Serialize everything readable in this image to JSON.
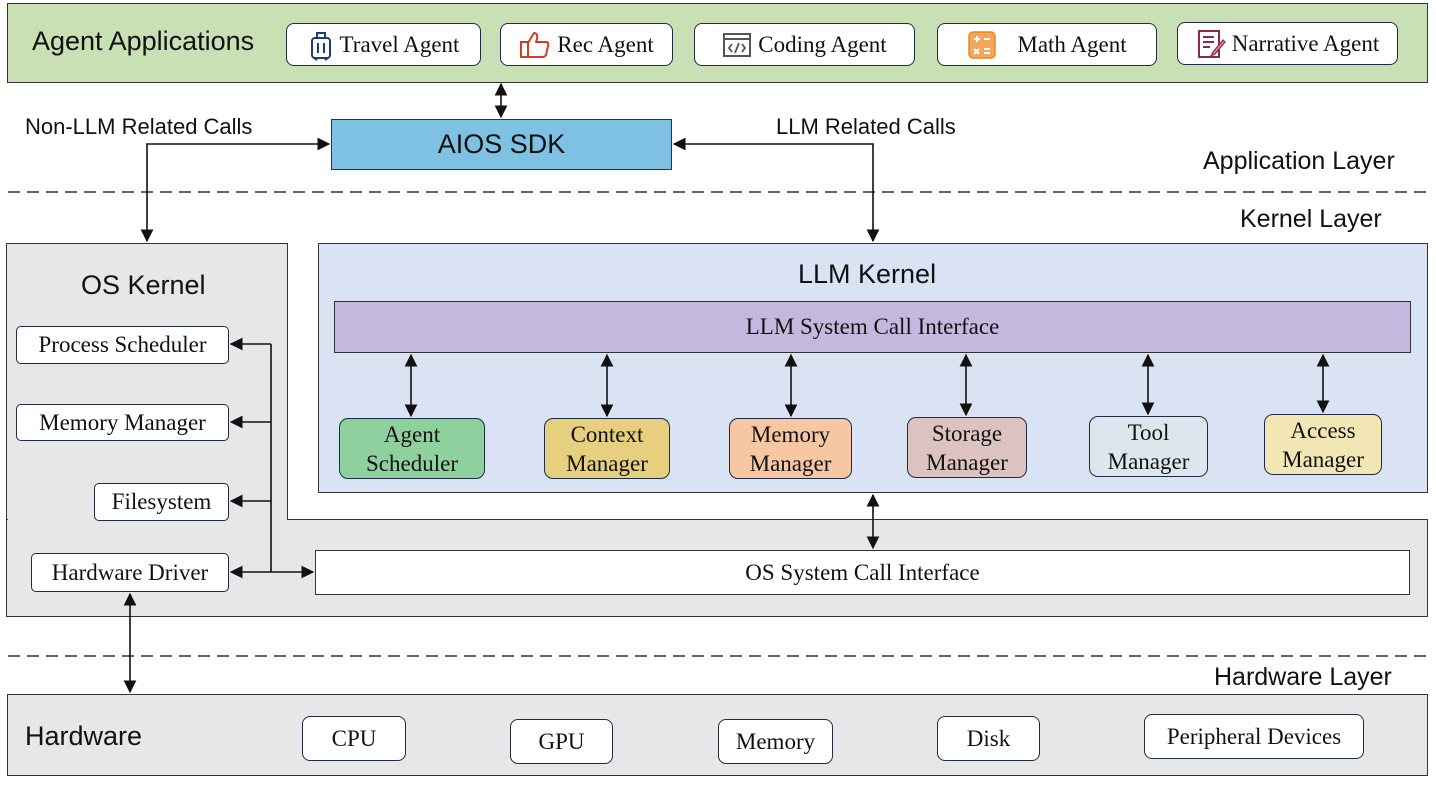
{
  "application_layer": {
    "title": "Agent Applications",
    "agents": [
      {
        "label": "Travel Agent",
        "icon": "luggage-icon",
        "color": "#1f3b73"
      },
      {
        "label": "Rec Agent",
        "icon": "thumbs-up-icon",
        "color": "#d33a2c"
      },
      {
        "label": "Coding Agent",
        "icon": "code-window-icon",
        "color": "#555555"
      },
      {
        "label": "Math Agent",
        "icon": "calculator-icon",
        "color": "#e8892c"
      },
      {
        "label": "Narrative Agent",
        "icon": "document-pen-icon",
        "color": "#8b2a4a"
      }
    ],
    "sdk_label": "AIOS SDK",
    "non_llm_calls": "Non-LLM Related Calls",
    "llm_calls": "LLM Related Calls",
    "layer_label": "Application Layer"
  },
  "kernel_layer": {
    "layer_label": "Kernel Layer",
    "os_kernel": {
      "title": "OS Kernel",
      "components": [
        "Process Scheduler",
        "Memory Manager",
        "Filesystem",
        "Hardware Driver"
      ],
      "syscall_interface": "OS System Call Interface"
    },
    "llm_kernel": {
      "title": "LLM Kernel",
      "syscall_interface": "LLM System Call Interface",
      "modules": [
        {
          "line1": "Agent",
          "line2": "Scheduler",
          "color": "#8fd19e"
        },
        {
          "line1": "Context",
          "line2": "Manager",
          "color": "#e6cf7e"
        },
        {
          "line1": "Memory",
          "line2": "Manager",
          "color": "#f7c6a3"
        },
        {
          "line1": "Storage",
          "line2": "Manager",
          "color": "#dcc3c0"
        },
        {
          "line1": "Tool",
          "line2": "Manager",
          "color": "#dbe7ec"
        },
        {
          "line1": "Access",
          "line2": "Manager",
          "color": "#f2e6b5"
        }
      ]
    }
  },
  "hardware_layer": {
    "layer_label": "Hardware Layer",
    "title": "Hardware",
    "devices": [
      "CPU",
      "GPU",
      "Memory",
      "Disk",
      "Peripheral Devices"
    ]
  },
  "colors": {
    "app_bg": "#c8e0b4",
    "sdk_bg": "#7fc1e3",
    "llm_kernel_bg": "#dae3f3",
    "syscall_bg": "#c5b8de",
    "gray_bg": "#e7e7e7"
  }
}
